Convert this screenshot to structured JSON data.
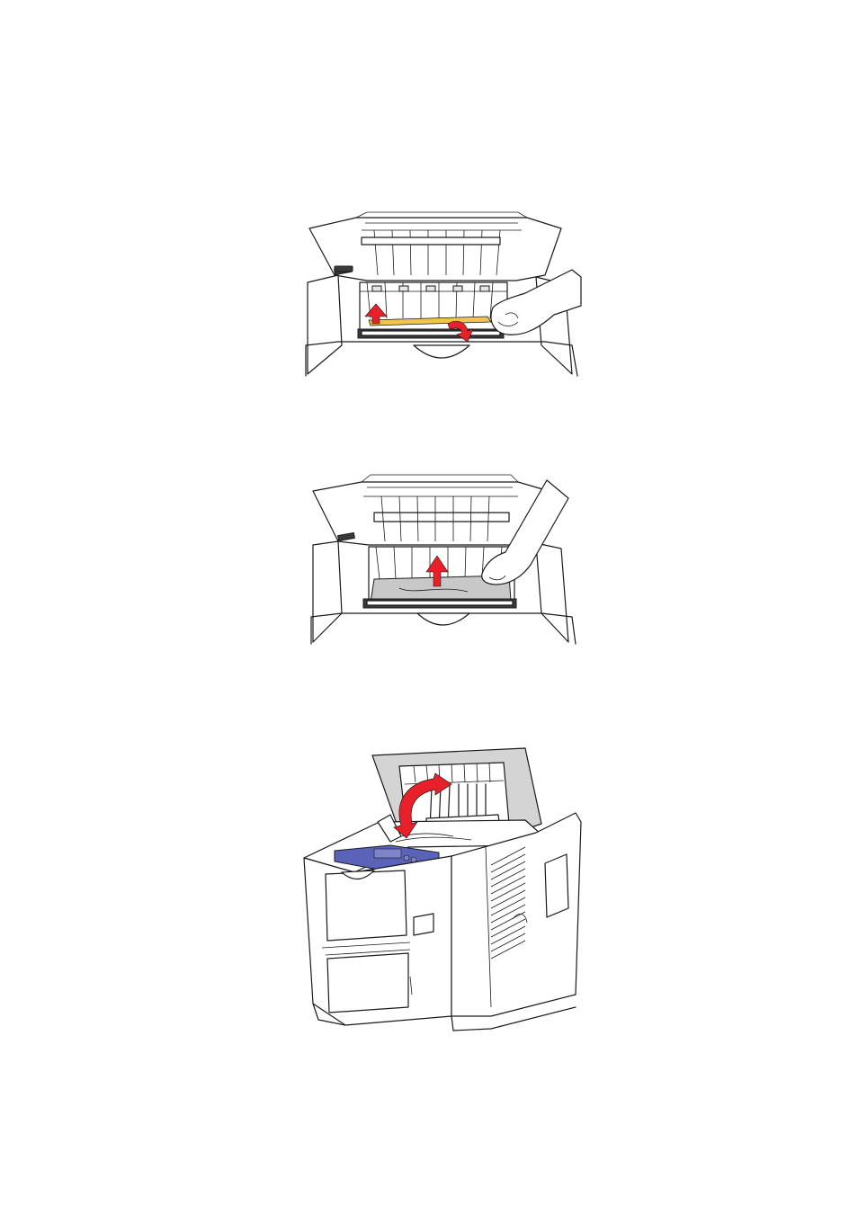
{
  "figures": [
    {
      "id": "step-remove-jammed-paper-lower",
      "arrows": 2,
      "arrow_color": "#e8202a"
    },
    {
      "id": "step-lift-paper-guide",
      "arrows": 1,
      "arrow_color": "#e8202a"
    },
    {
      "id": "step-close-top-cover",
      "arrows": 1,
      "arrow_color": "#e8202a"
    }
  ],
  "colors": {
    "arrow": "#e8202a",
    "paper_yellow": "#f2c44a",
    "control_panel": "#5b63b8",
    "grey_fill": "#c8c8c8"
  }
}
